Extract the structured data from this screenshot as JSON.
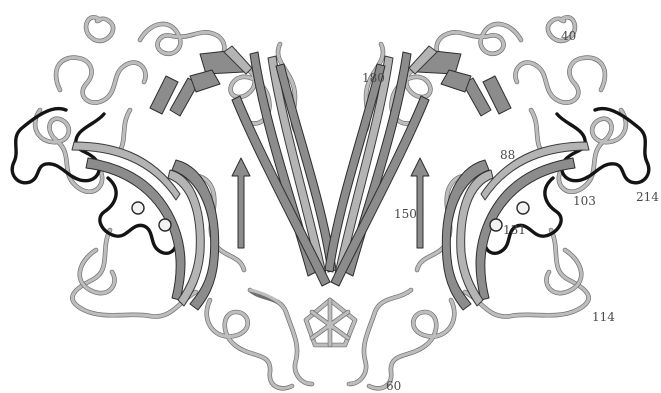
{
  "residue_labels": [
    {
      "id": "40",
      "text": "40"
    },
    {
      "id": "180",
      "text": "180"
    },
    {
      "id": "88",
      "text": "88"
    },
    {
      "id": "214",
      "text": "214"
    },
    {
      "id": "103",
      "text": "103"
    },
    {
      "id": "150",
      "text": "150"
    },
    {
      "id": "131",
      "text": "131"
    },
    {
      "id": "114",
      "text": "114"
    },
    {
      "id": "60",
      "text": "60"
    }
  ],
  "colors": {
    "background": "#ffffff",
    "coil": "#bdbdbd",
    "loop_highlight": "#141414",
    "strand": "#8c8c8c",
    "ion": "#f2f2f2"
  }
}
